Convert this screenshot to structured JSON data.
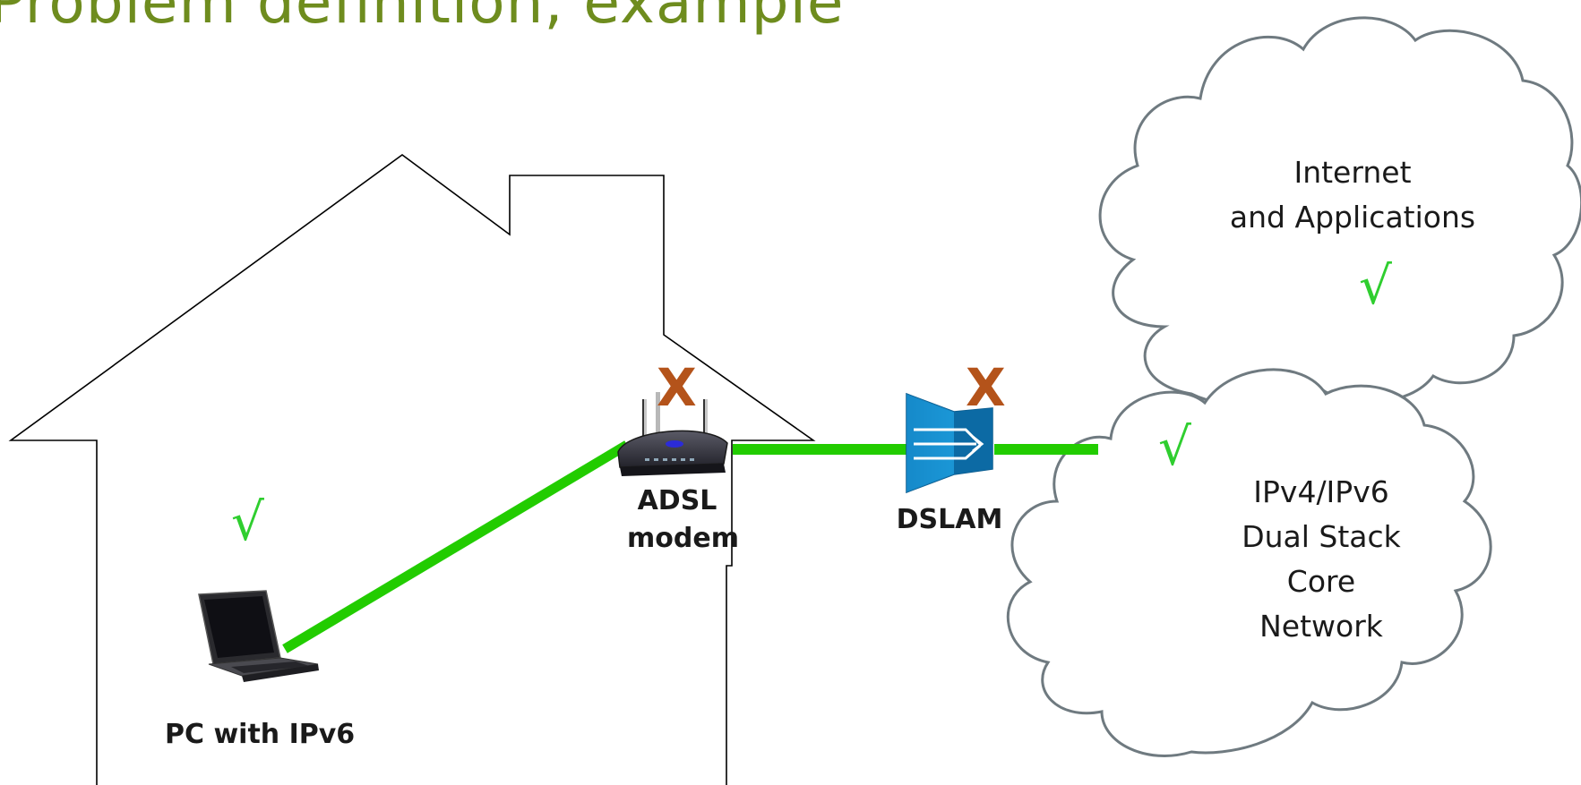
{
  "title": "Problem definition, example",
  "labels": {
    "pc": "PC with IPv6",
    "modem_line1": "ADSL",
    "modem_line2": "modem",
    "dslam": "DSLAM"
  },
  "clouds": {
    "internet": {
      "line1": "Internet",
      "line2": "and Applications"
    },
    "core": {
      "line1": "IPv4/IPv6",
      "line2": "Dual Stack",
      "line3": "Core",
      "line4": "Network"
    }
  },
  "marks": {
    "fail": "X",
    "ok": "√"
  },
  "colors": {
    "title": "#6e8c1e",
    "link": "#22cc00",
    "fail": "#b4531a",
    "ok": "#2fce2f",
    "cloud_stroke": "#6f7a80"
  },
  "icons": [
    "house-outline",
    "laptop-icon",
    "router-icon",
    "dslam-icon",
    "cloud-icon"
  ]
}
